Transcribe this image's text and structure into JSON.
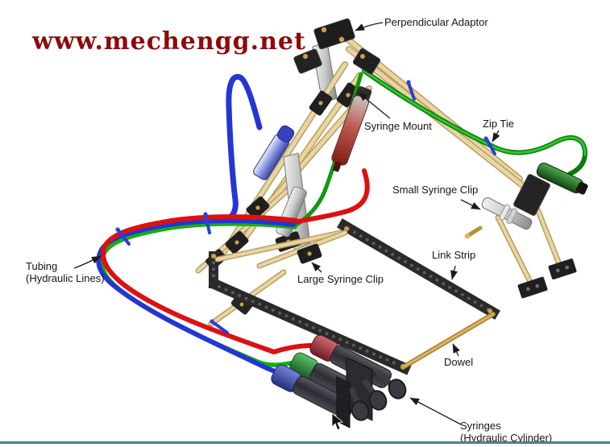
{
  "watermark": {
    "text": "www.mechengg.net",
    "color": "#8b0b0b"
  },
  "diagram": {
    "labels": {
      "perpendicular_adaptor": {
        "text": "Perpendicular Adaptor"
      },
      "syringe_mount": {
        "text": "Syringe Mount"
      },
      "zip_tie": {
        "text": "Zip Tie"
      },
      "small_syringe_clip": {
        "text": "Small Syringe Clip"
      },
      "link_strip": {
        "text": "Link Strip"
      },
      "large_syringe_clip": {
        "text": "Large Syringe Clip"
      },
      "tubing": {
        "text": "Tubing",
        "text2": "(Hydraulic Lines)"
      },
      "dowel": {
        "text": "Dowel"
      },
      "syringes": {
        "text": "Syringes",
        "text2": "(Hydraulic Cylinder)"
      }
    },
    "colors": {
      "tube_red": "#dd1111",
      "tube_green": "#15ae15",
      "tube_blue": "#2436d2",
      "dowel_tan": "#e6d3a0",
      "strip_black": "#2a2a2a",
      "watermark_red": "#8b0b0b",
      "footer_blue": "#4f7d95",
      "label_text": "#151515"
    }
  }
}
